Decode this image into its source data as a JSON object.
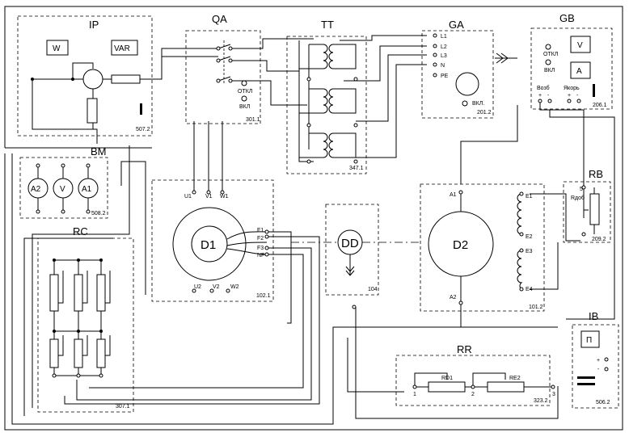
{
  "blocks": {
    "ip": {
      "title": "IP",
      "code": "507.2",
      "w": "W",
      "var": "VAR"
    },
    "qa": {
      "title": "QA",
      "code": "301.1",
      "off": "ОТКЛ",
      "on": "ВКЛ"
    },
    "tt": {
      "title": "TT",
      "code": "347.1"
    },
    "ga": {
      "title": "GA",
      "code": "201.2",
      "l1": "L1",
      "l2": "L2",
      "l3": "L3",
      "n": "N",
      "pe": "PE",
      "vkl": "ВКЛ."
    },
    "gb": {
      "title": "GB",
      "code": "206.1",
      "off": "ОТКЛ",
      "on": "ВКЛ",
      "v": "V",
      "a": "A",
      "vozb": "Возб",
      "yakor": "Якорь",
      "plus": "+",
      "minus": "-"
    },
    "bm": {
      "title": "BM",
      "code": "508.2",
      "a2": "A2",
      "v": "V",
      "a1": "A1"
    },
    "d1": {
      "label": "D1",
      "code": "102.1",
      "u1": "U1",
      "v1": "V1",
      "w1": "W1",
      "u2": "U2",
      "v2": "V2",
      "w2": "W2",
      "f1": "F1",
      "f2": "F2",
      "f3": "F3",
      "nf": "NF"
    },
    "dd": {
      "label": "DD",
      "code": "104"
    },
    "d2": {
      "label": "D2",
      "code": "101.2",
      "a1": "A1",
      "a2": "A2",
      "e1": "E1",
      "e2": "E2",
      "e3": "E3",
      "e4": "E4"
    },
    "rb": {
      "title": "RB",
      "code": "209.2",
      "r": "Rдоб",
      "n5": "5"
    },
    "rc": {
      "title": "RC",
      "code": "307.1"
    },
    "rr": {
      "title": "RR",
      "code": "323.2",
      "r1": "RD1",
      "r2": "RE2",
      "t1": "1",
      "t2": "2",
      "t3": "3"
    },
    "ib": {
      "title": "IB",
      "code": "506.2",
      "p": "П",
      "plus": "+",
      "minus": "-"
    }
  }
}
